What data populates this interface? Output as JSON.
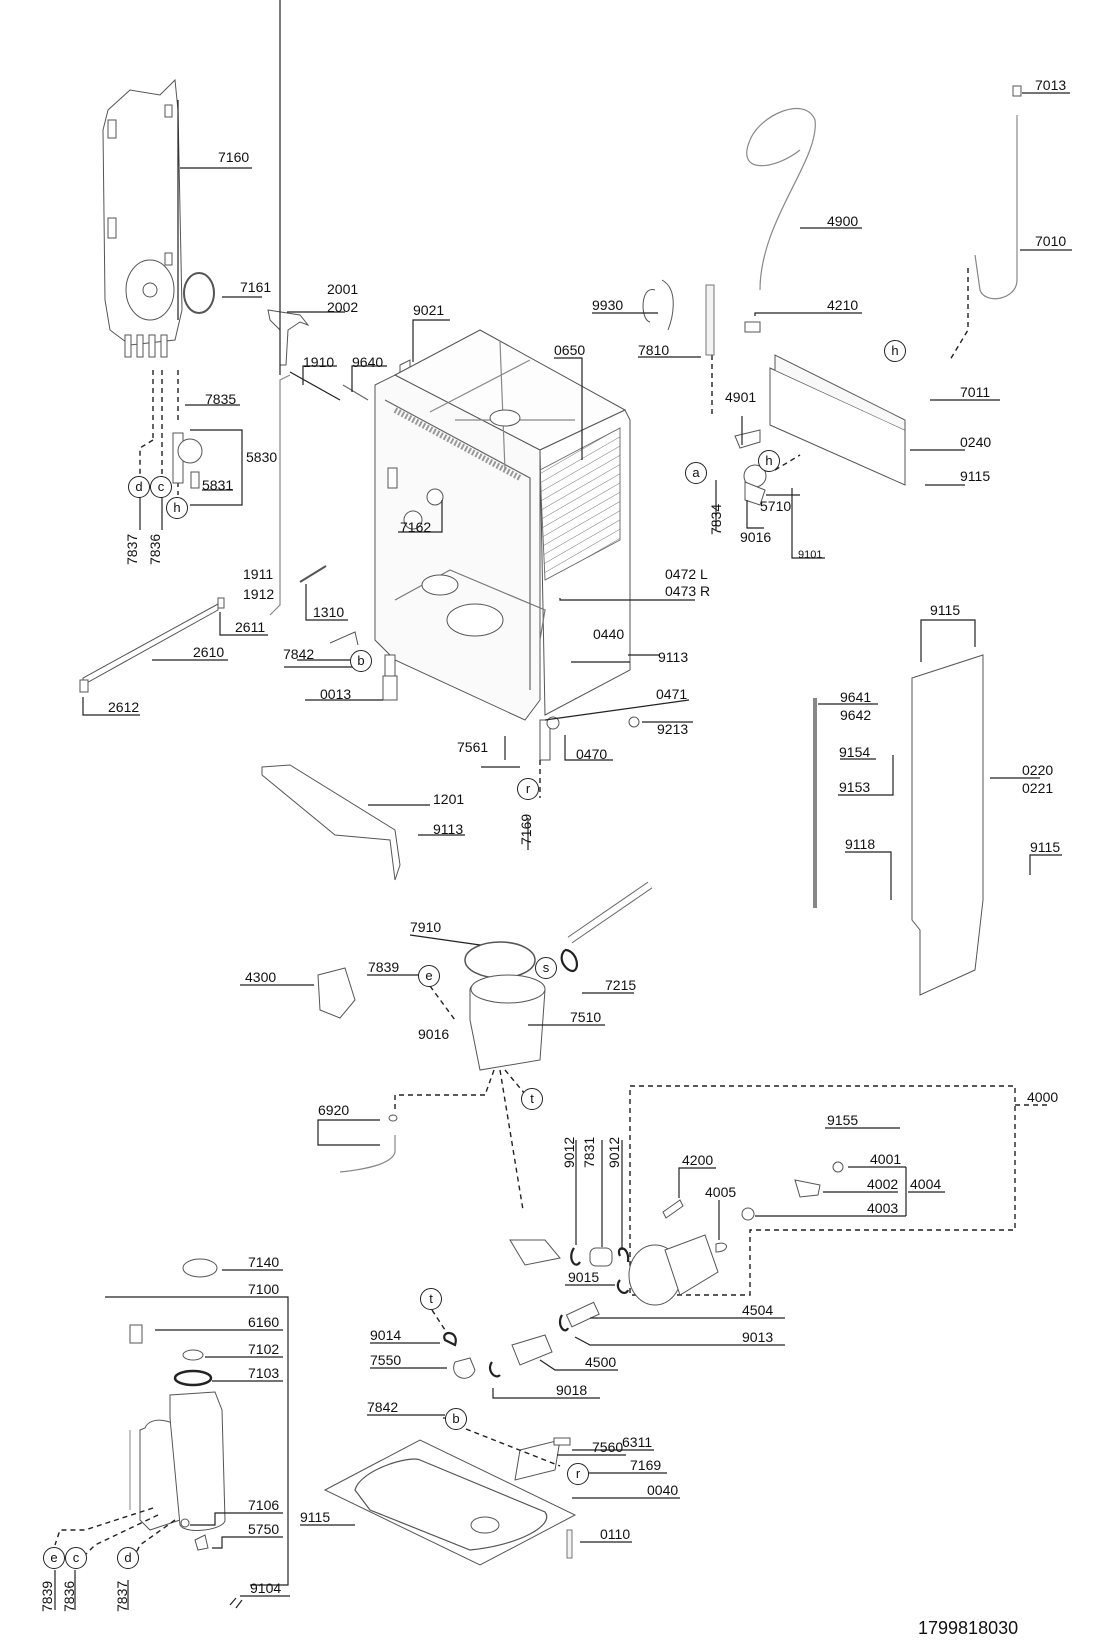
{
  "document_number": "1799818030",
  "labels": {
    "p7160": "7160",
    "p7161": "7161",
    "p2001": "2001",
    "p2002": "2002",
    "p9021": "9021",
    "p1910": "1910",
    "p9640": "9640",
    "p7835": "7835",
    "p5830": "5830",
    "p5831": "5831",
    "p7837a": "7837",
    "p7836a": "7836",
    "p0650": "0650",
    "p7162": "7162",
    "p9930": "9930",
    "p7810": "7810",
    "p4900": "4900",
    "p4210": "4210",
    "p7013": "7013",
    "p7010": "7010",
    "p4901": "4901",
    "p7011": "7011",
    "p0240": "0240",
    "p9115a": "9115",
    "p7834": "7834",
    "p5710": "5710",
    "p9016a": "9016",
    "p9101": "9101",
    "p1911": "1911",
    "p1912": "1912",
    "p1310": "1310",
    "p2611": "2611",
    "p2610": "2610",
    "p2612": "2612",
    "p7842a": "7842",
    "p0013": "0013",
    "p0472": "0472 L",
    "p0473": "0473 R",
    "p0440": "0440",
    "p9113a": "9113",
    "p0471": "0471",
    "p9213": "9213",
    "p0470": "0470",
    "p7561": "7561",
    "p7169a": "7169",
    "p1201": "1201",
    "p9113b": "9113",
    "p9115b": "9115",
    "p9641": "9641",
    "p9642": "9642",
    "p9154": "9154",
    "p9153": "9153",
    "p0220": "0220",
    "p0221": "0221",
    "p9118": "9118",
    "p9115c": "9115",
    "p7910": "7910",
    "p4300": "4300",
    "p7839a": "7839",
    "p7215": "7215",
    "p7510": "7510",
    "p9016b": "9016",
    "p6920": "6920",
    "p4000": "4000",
    "p9155": "9155",
    "p4001": "4001",
    "p4002": "4002",
    "p4004": "4004",
    "p4003": "4003",
    "p4200": "4200",
    "p4005": "4005",
    "p9012a": "9012",
    "p7831": "7831",
    "p9012b": "9012",
    "p9015": "9015",
    "p4504": "4504",
    "p9013": "9013",
    "p4500": "4500",
    "p9014": "9014",
    "p7550": "7550",
    "p9018": "9018",
    "p7140": "7140",
    "p7100": "7100",
    "p6160": "6160",
    "p7102": "7102",
    "p7103": "7103",
    "p7842b": "7842",
    "p7560": "7560",
    "p6311": "6311",
    "p7169b": "7169",
    "p0040": "0040",
    "p9115d": "9115",
    "p0110": "0110",
    "p7106": "7106",
    "p5750": "5750",
    "p9104": "9104",
    "p7839b": "7839",
    "p7836b": "7836",
    "p7837b": "7837"
  },
  "connectors": {
    "a": "a",
    "b": "b",
    "c": "c",
    "d": "d",
    "e": "e",
    "h": "h",
    "r": "r",
    "s": "s",
    "t": "t"
  }
}
